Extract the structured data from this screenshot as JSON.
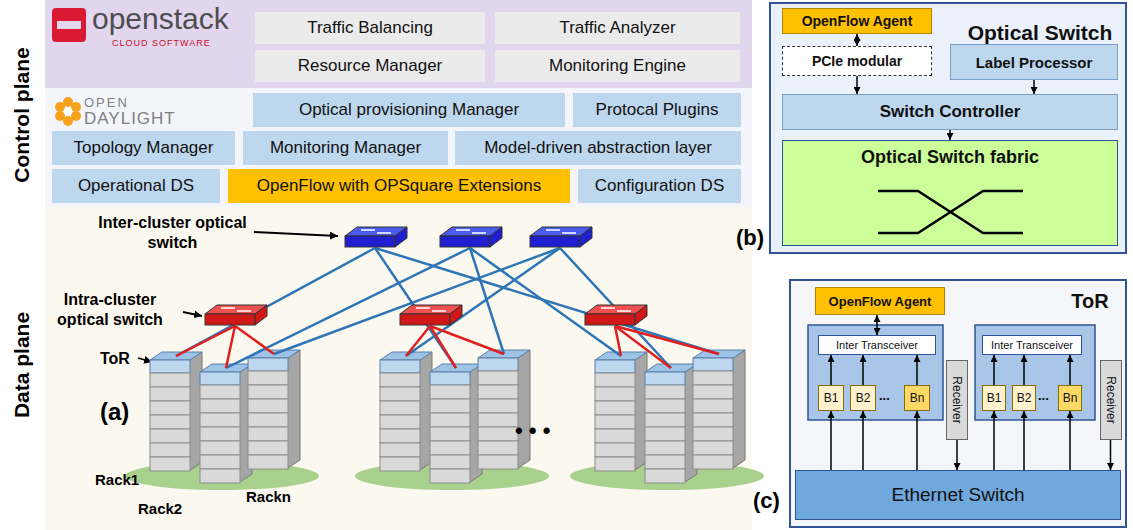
{
  "diagram": {
    "nodes": [
      {
        "text": [
          "Traffic Balancing"
        ]
      },
      {
        "text": [
          "Traffic Analyzer"
        ]
      },
      {
        "text": [
          "Resource Manager"
        ]
      },
      {
        "text": [
          "Monitoring Engine"
        ]
      },
      {
        "text": [
          "Optical provisioning Manager"
        ]
      },
      {
        "text": [
          "Protocal Plugins"
        ]
      },
      {
        "text": [
          "Topology Manager"
        ]
      },
      {
        "text": [
          "Monitoring Manager"
        ]
      },
      {
        "text": [
          "Model-driven abstraction layer"
        ]
      },
      {
        "text": [
          "Operational DS"
        ]
      },
      {
        "text": [
          "OpenFlow with OPSquare Extensions"
        ]
      },
      {
        "text": [
          "Configuration DS"
        ]
      },
      {
        "text": [
          "Optical Switch"
        ]
      },
      {
        "text": [
          "OpenFlow Agent"
        ],
        "in": 12
      },
      {
        "text": [
          "PCIe modular"
        ],
        "in": 12
      },
      {
        "text": [
          "Label Processor"
        ],
        "in": 12
      },
      {
        "text": [
          "Switch Controller"
        ],
        "in": 12
      },
      {
        "text": [
          "Optical Switch fabric"
        ],
        "in": 12
      },
      {
        "text": [
          "ToR"
        ]
      },
      {
        "text": [
          "OpenFlow Agent"
        ],
        "in": 18
      },
      {
        "text": [
          "Inter Transceiver"
        ],
        "in": 18
      },
      {
        "text": [
          "B1"
        ],
        "in": 18
      },
      {
        "text": [
          "B2"
        ],
        "in": 18
      },
      {
        "text": [
          "Bn"
        ],
        "in": 18
      },
      {
        "text": [
          "Receiver"
        ],
        "in": 18
      },
      {
        "text": [
          "Inter Transceiver"
        ],
        "in": 18
      },
      {
        "text": [
          "B1"
        ],
        "in": 18
      },
      {
        "text": [
          "B2"
        ],
        "in": 18
      },
      {
        "text": [
          "Bn"
        ],
        "in": 18
      },
      {
        "text": [
          "Receiver"
        ],
        "in": 18
      },
      {
        "text": [
          "Ethernet Switch"
        ],
        "in": 18
      }
    ],
    "edges": [
      {
        "from": 13,
        "to": 14,
        "arrow": "both"
      },
      {
        "from": 14,
        "to": 16,
        "arrow": "to"
      },
      {
        "from": 15,
        "to": 16,
        "arrow": "to"
      },
      {
        "from": 16,
        "to": 17,
        "arrow": "to"
      },
      {
        "from": 19,
        "to": 20,
        "arrow": "both"
      },
      {
        "from": 21,
        "to": 20,
        "arrow": "to"
      },
      {
        "from": 22,
        "to": 20,
        "arrow": "to"
      },
      {
        "from": 23,
        "to": 20,
        "arrow": "to"
      },
      {
        "from": 26,
        "to": 25,
        "arrow": "to"
      },
      {
        "from": 27,
        "to": 25,
        "arrow": "to"
      },
      {
        "from": 28,
        "to": 25,
        "arrow": "to"
      },
      {
        "from": 30,
        "to": 21,
        "arrow": "to"
      },
      {
        "from": 30,
        "to": 22,
        "arrow": "to"
      },
      {
        "from": 30,
        "to": 23,
        "arrow": "to"
      },
      {
        "from": 24,
        "to": 30,
        "arrow": "to"
      },
      {
        "from": 30,
        "to": 26,
        "arrow": "to"
      },
      {
        "from": 30,
        "to": 27,
        "arrow": "to"
      },
      {
        "from": 30,
        "to": 28,
        "arrow": "to"
      },
      {
        "from": 29,
        "to": 30,
        "arrow": "to"
      }
    ],
    "labels": [
      "Control plane",
      "Data plane",
      "openstack",
      "CLOUD SOFTWARE",
      "OPEN",
      "DAYLIGHT",
      "Inter-cluster optical switch",
      "Intra-cluster optical switch",
      "ToR",
      "(a)",
      "Rack1",
      "Rack2",
      "Rackn",
      "• • •",
      "(b)",
      "(c)",
      "...",
      "..."
    ]
  }
}
